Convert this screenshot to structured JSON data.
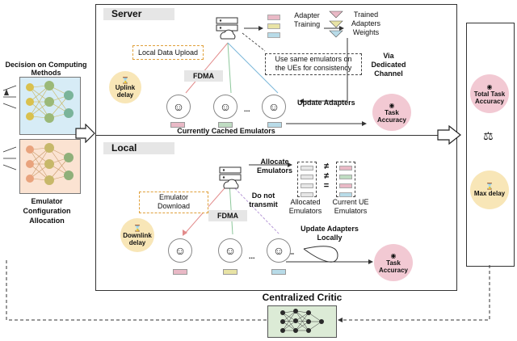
{
  "left": {
    "decision_label_1": "Decision on Computing",
    "decision_label_2": "Methods",
    "emulator_label_1": "Emulator",
    "emulator_label_2": "Configuration",
    "emulator_label_3": "Allocation"
  },
  "server": {
    "title": "Server",
    "local_data_upload": "Local Data Upload",
    "fdma": "FDMA",
    "uplink_1": "Uplink",
    "uplink_2": "delay",
    "adapter_training_1": "Adapter",
    "adapter_training_2": "Training",
    "trained_1": "Trained",
    "trained_2": "Adapters",
    "trained_3": "Weights",
    "same_emulators_1": "Use same emulators on",
    "same_emulators_2": "the UEs for consistency",
    "via_1": "Via",
    "via_2": "Dedicated",
    "via_3": "Channel",
    "update_adapters": "Update Adapters",
    "task_accuracy_1": "Task",
    "task_accuracy_2": "Accuracy",
    "cached_emulators": "Currently Cached Emulators",
    "dots": "..."
  },
  "local": {
    "title": "Local",
    "allocate_1": "Allocate",
    "allocate_2": "Emulators",
    "emulator_download_1": "Emulator",
    "emulator_download_2": "Download",
    "fdma": "FDMA",
    "do_not_1": "Do not",
    "do_not_2": "transmit",
    "downlink_1": "Downlink",
    "downlink_2": "delay",
    "neq_top": "≠",
    "neq_mid": "≠",
    "eq_bot": "=",
    "allocated_1": "Allocated",
    "allocated_2": "Emulators",
    "current_ue_1": "Current UE",
    "current_ue_2": "Emulators",
    "update_locally_1": "Update Adapters",
    "update_locally_2": "Locally",
    "task_accuracy_1": "Task",
    "task_accuracy_2": "Accuracy",
    "dots": "..."
  },
  "right": {
    "total_task_1": "Total Task",
    "total_task_2": "Accuracy",
    "max_delay": "Max delay"
  },
  "critic": {
    "title": "Centralized Critic"
  },
  "colors": {
    "server_bg": "#ffffff",
    "section_header_bg": "#e6e6e6",
    "nn_blue_bg": "#d7ecf6",
    "nn_orange_bg": "#fbe3d2",
    "critic_bg": "#dcebd6",
    "pink_circle": "#f2c9d3",
    "yellow_circle": "#f8e6b7",
    "dashed_orange": "#e0a03a",
    "pink_bar": "#e9b9c6",
    "yellow_bar": "#e8e3a5",
    "green_bar": "#bfdcc2",
    "blue_bar": "#b8dbe8",
    "blue_line": "#7ab6d9",
    "red_line": "#e28b8b",
    "green_line": "#8cc79a",
    "purple_line": "#b89ad8"
  }
}
